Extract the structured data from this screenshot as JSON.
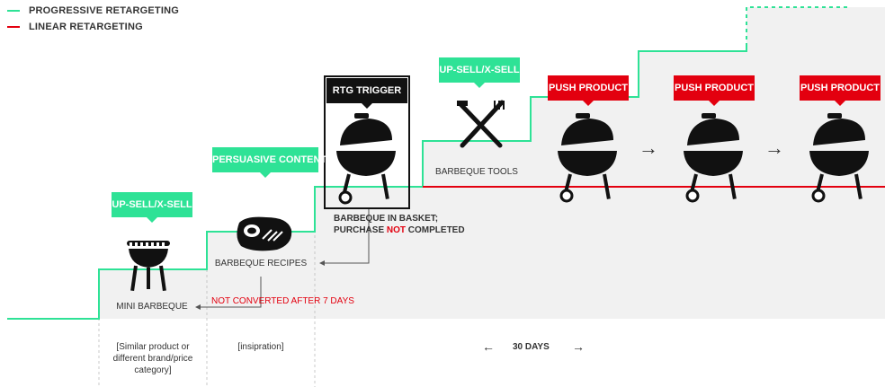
{
  "legend": [
    {
      "label": "PROGRESSIVE RETARGETING",
      "color": "#2ee296"
    },
    {
      "label": "LINEAR RETARGETING",
      "color": "#e3000f"
    }
  ],
  "colors": {
    "green": "#2ee296",
    "red": "#e3000f",
    "black": "#111111",
    "panel": "#f1f1f1"
  },
  "tags": {
    "upsell_mini": "UP-SELL/X-SELL",
    "persuasive": "PERSUASIVE CONTENT",
    "rtg_trigger": "RTG TRIGGER",
    "upsell_tools": "UP-SELL/X-SELL",
    "push_1": "PUSH PRODUCT",
    "push_2": "PUSH PRODUCT",
    "push_3": "PUSH PRODUCT"
  },
  "labels": {
    "mini_bbq": "MINI BARBEQUE",
    "recipes": "BARBEQUE RECIPES",
    "tools": "BARBEQUE TOOLS",
    "basket_line1": "BARBEQUE IN BASKET;",
    "basket_line2_a": "PURCHASE ",
    "basket_line2_b": "NOT",
    "basket_line2_c": " COMPLETED",
    "not_converted": "NOT CONVERTED AFTER 7 DAYS"
  },
  "bottom": {
    "similar_line1": "[Similar product or",
    "similar_line2": "different brand/price",
    "similar_line3": "category]",
    "inspiration": "[insipration]",
    "days": "30 DAYS",
    "arrow_left": "←",
    "arrow_right": "→"
  },
  "arrows": {
    "between": "→"
  },
  "icons": {
    "mini": "mini-grill-icon",
    "steak": "steak-icon",
    "kettle": "kettle-grill-icon",
    "tools": "bbq-tools-icon"
  }
}
